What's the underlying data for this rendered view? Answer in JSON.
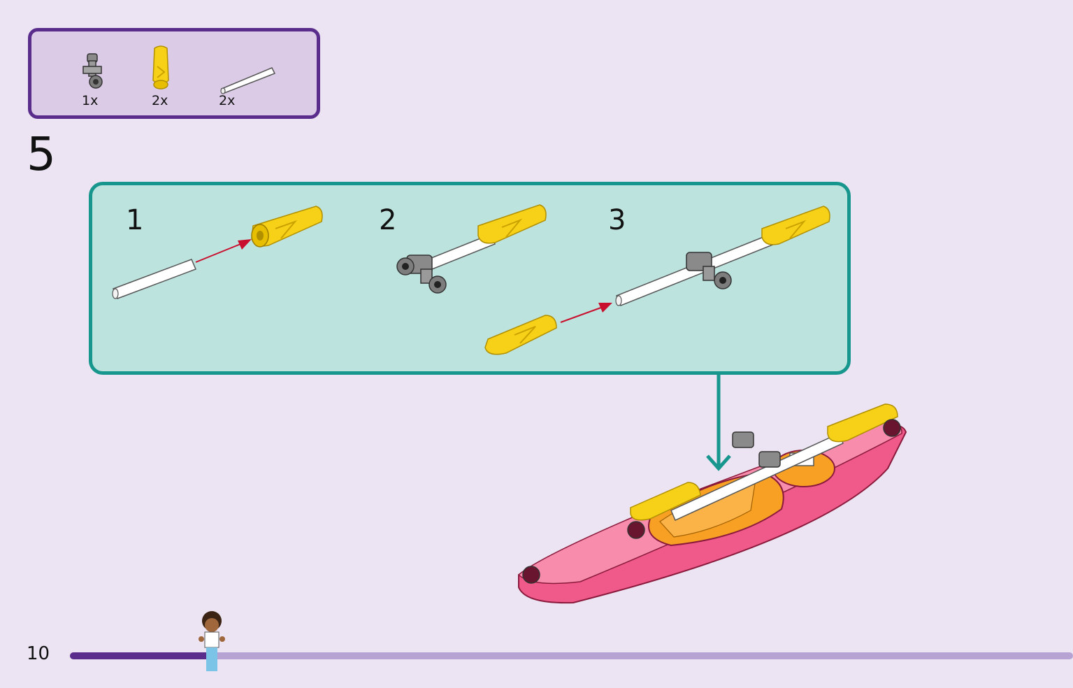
{
  "page": {
    "number": "10",
    "step_number": "5",
    "progress": 0.14
  },
  "parts_list": [
    {
      "name": "grey-clip-piece",
      "quantity": "1x"
    },
    {
      "name": "yellow-paddle-blade",
      "quantity": "2x"
    },
    {
      "name": "white-bar",
      "quantity": "2x"
    }
  ],
  "substeps": [
    {
      "number": "1"
    },
    {
      "number": "2"
    },
    {
      "number": "3"
    }
  ],
  "colors": {
    "page_background": "#ece4f2",
    "parts_box_border": "#5a2d8c",
    "callout_border": "#17968e",
    "callout_fill": "#bde3de",
    "progress_done": "#5a2d8c",
    "progress_remaining": "#b7a3d3"
  }
}
